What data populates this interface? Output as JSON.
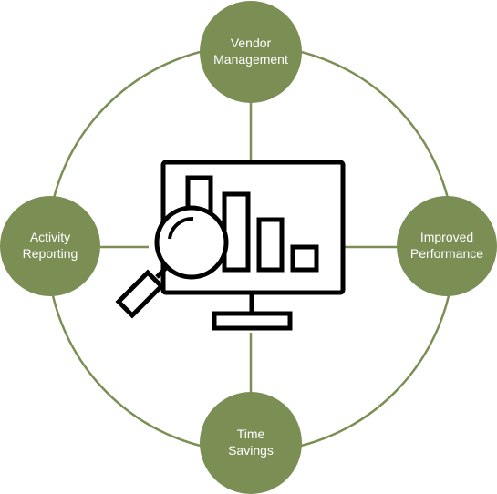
{
  "diagram": {
    "nodes": {
      "top": {
        "line1": "Vendor",
        "line2": "Management"
      },
      "left": {
        "line1": "Activity",
        "line2": "Reporting"
      },
      "right": {
        "line1": "Improved",
        "line2": "Performance"
      },
      "bottom": {
        "line1": "Time",
        "line2": "Savings"
      }
    },
    "center_icon": "monitor-with-bar-chart-and-magnifier-icon",
    "colors": {
      "node_fill": "#7b8f55",
      "ring": "#7b8f55",
      "node_text": "#ffffff",
      "icon_stroke": "#000000"
    }
  }
}
